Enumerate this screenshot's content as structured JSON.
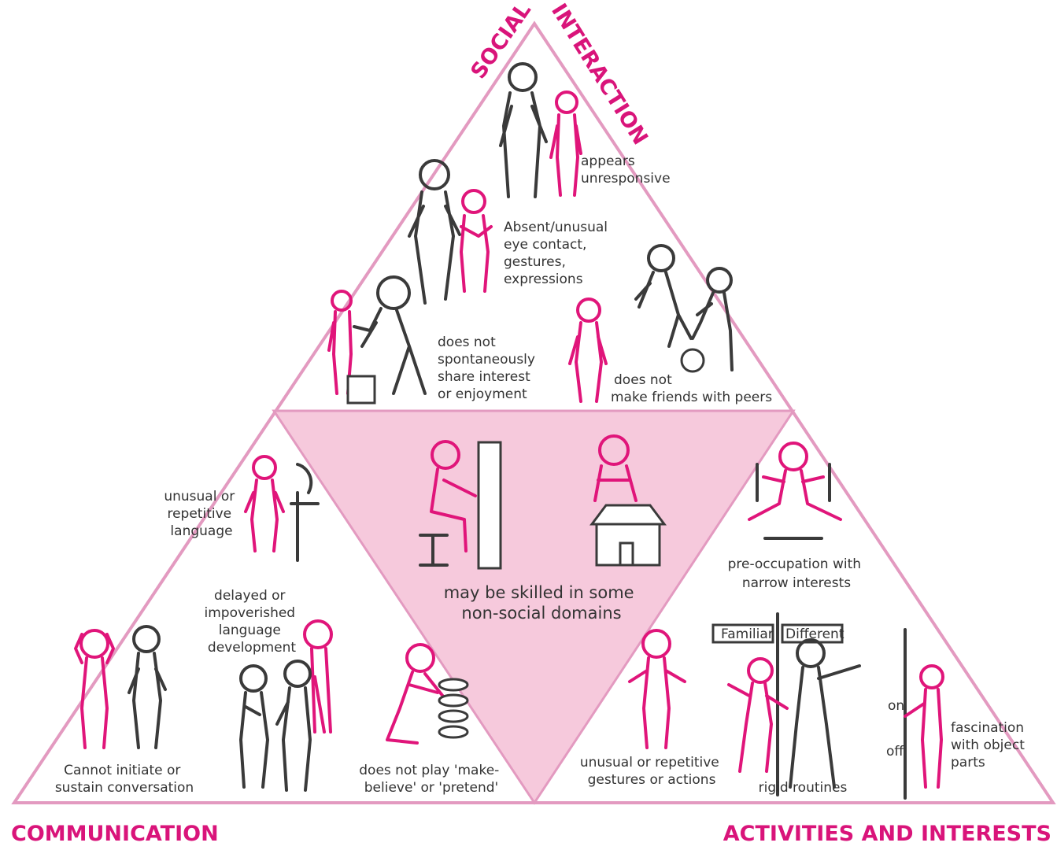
{
  "colors": {
    "accent": "#d9147a",
    "center_fill": "#f6c9dc",
    "outline": "#e39ac0",
    "text": "#333333"
  },
  "corners": {
    "top_left": "SOCIAL",
    "top_right": "INTERACTION",
    "bottom_left": "COMMUNICATION",
    "bottom_right": "ACTIVITIES AND INTERESTS"
  },
  "social": {
    "unresponsive": [
      "appears",
      "unresponsive"
    ],
    "eye_contact": [
      "Absent/unusual",
      "eye contact,",
      "gestures,",
      "expressions"
    ],
    "share": [
      "does not",
      "spontaneously",
      "share interest",
      "or enjoyment"
    ],
    "friends": [
      "does not",
      "make friends with peers"
    ]
  },
  "communication": {
    "repetitive_language": [
      "unusual or",
      "repetitive",
      "language"
    ],
    "delayed": [
      "delayed or",
      "impoverished",
      "language",
      "development"
    ],
    "conversation": [
      "Cannot initiate or",
      "sustain conversation"
    ],
    "pretend": [
      "does not play 'make-",
      "believe' or 'pretend'"
    ]
  },
  "center": {
    "skilled": [
      "may be skilled in some",
      "non-social domains"
    ]
  },
  "activities": {
    "preoccupation": [
      "pre-occupation with",
      "narrow interests"
    ],
    "gestures": [
      "unusual or repetitive",
      "gestures or actions"
    ],
    "routines": "rigid routines",
    "sign_familiar": "Familiar",
    "sign_different": "Different",
    "fascination": [
      "fascination",
      "with object",
      "parts"
    ],
    "switch_on": "on",
    "switch_off": "off"
  }
}
